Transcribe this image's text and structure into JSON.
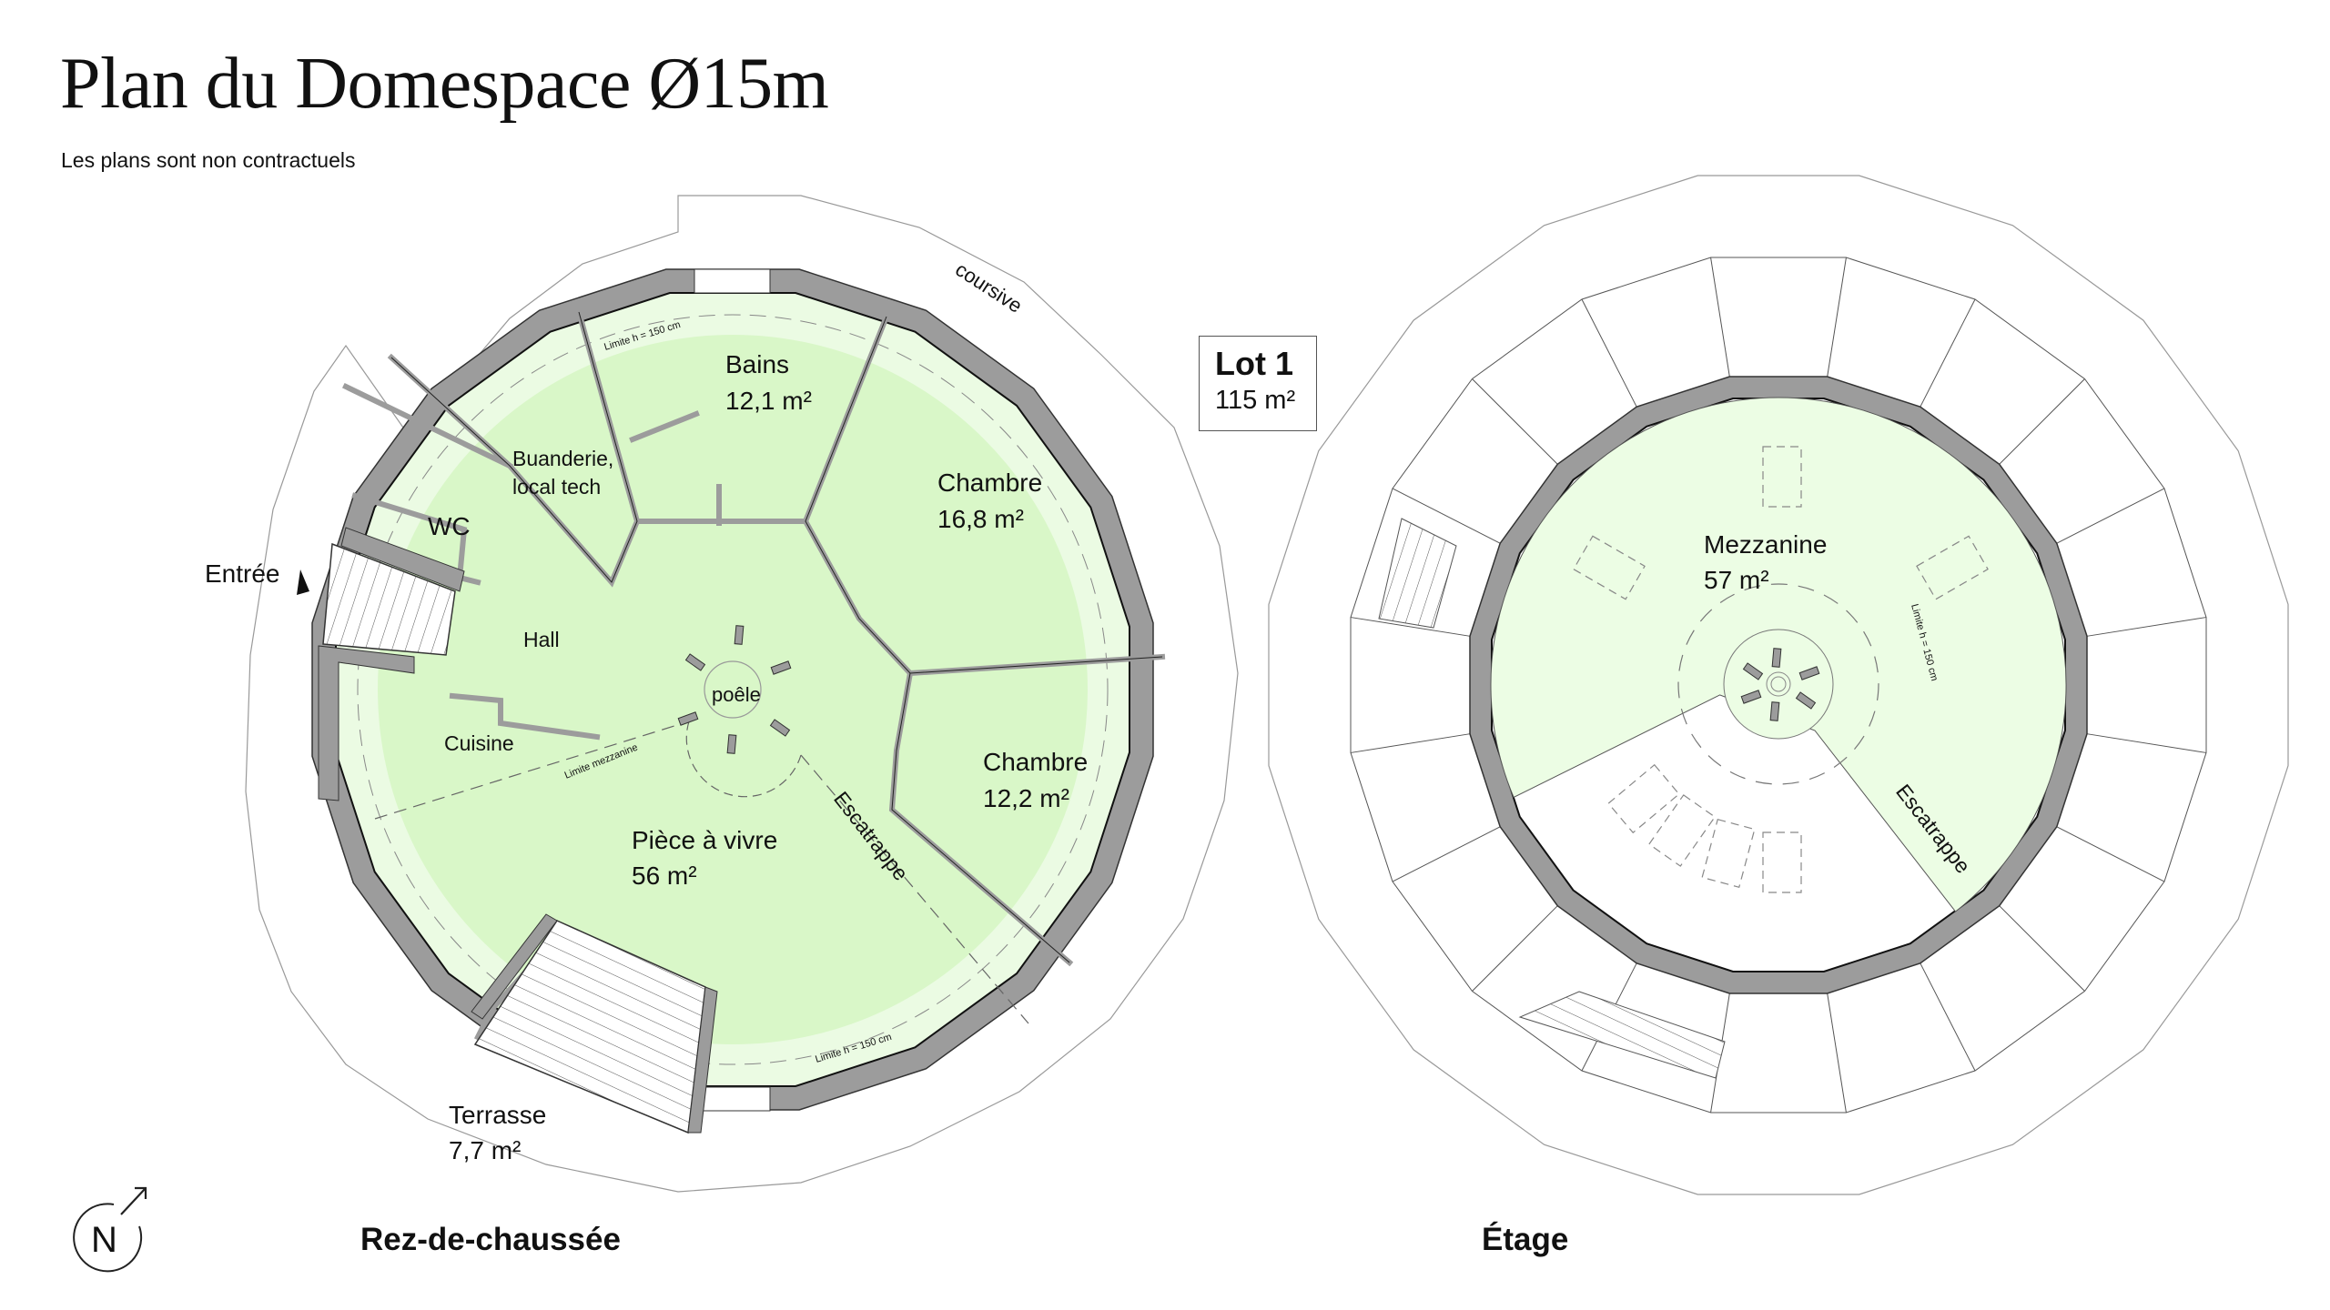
{
  "header": {
    "title": "Plan du Domespace Ø15m",
    "subtitle": "Les plans sont non contractuels"
  },
  "lot": {
    "name": "Lot 1",
    "area": "115 m²"
  },
  "compass": {
    "letter": "N",
    "icon": "north-arrow-icon"
  },
  "colors": {
    "living_green": "#d9f7c8",
    "outer_ring_green": "#ebfbe3",
    "mezzanine_green": "#ecfde4",
    "wall_gray": "#9c9c9c",
    "line_gray": "#777777"
  },
  "ground_floor": {
    "label": "Rez-de-chaussée",
    "rooms": {
      "bains": {
        "name": "Bains",
        "area": "12,1 m²"
      },
      "buanderie": {
        "name": "Buanderie,",
        "name2": "local tech"
      },
      "wc": {
        "name": "WC"
      },
      "hall": {
        "name": "Hall"
      },
      "cuisine": {
        "name": "Cuisine"
      },
      "poele": {
        "name": "poêle"
      },
      "chambre1": {
        "name": "Chambre",
        "area": "16,8 m²"
      },
      "chambre2": {
        "name": "Chambre",
        "area": "12,2 m²"
      },
      "piece_a_vivre": {
        "name": "Pièce à vivre",
        "area": "56 m²"
      },
      "terrasse": {
        "name": "Terrasse",
        "area": "7,7 m²"
      }
    },
    "annotations": {
      "entree": "Entrée",
      "coursive": "coursive",
      "escatrappe": "Escatrappe",
      "limite_h_top": "Limite h = 150 cm",
      "limite_h_bottom": "Limite h = 150 cm",
      "limite_mezzanine": "Limite mezzanine"
    }
  },
  "upper_floor": {
    "label": "Étage",
    "rooms": {
      "mezzanine": {
        "name": "Mezzanine",
        "area": "57 m²"
      }
    },
    "annotations": {
      "limite_h": "Limite h = 150 cm",
      "escatrappe": "Escatrappe"
    }
  }
}
